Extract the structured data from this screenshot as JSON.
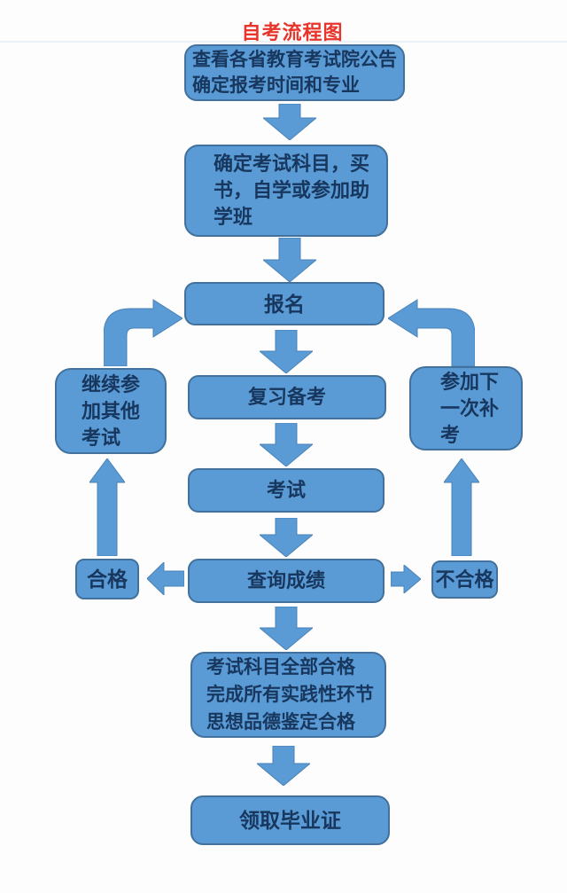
{
  "title": {
    "text": "自考流程图",
    "color": "#e8352b"
  },
  "colors": {
    "node_fill": "#5b9bd5",
    "node_border": "#41719c",
    "node_text": "#17375e",
    "arrow_fill": "#5b9bd5",
    "background": "#fdfdfd",
    "title_red": "#e8352b"
  },
  "flowchart": {
    "nodes": {
      "check_announcement": {
        "text": "查看各省教育考试院公告\n确定报考时间和专业"
      },
      "determine_subjects": {
        "text": "确定考试科目，买\n书，自学或参加助\n学班"
      },
      "register": {
        "text": "报名"
      },
      "review": {
        "text": "复习备考"
      },
      "exam": {
        "text": "考试"
      },
      "check_results": {
        "text": "查询成绩"
      },
      "pass": {
        "text": "合格"
      },
      "fail": {
        "text": "不合格"
      },
      "continue_other": {
        "text": "继续参\n加其他\n考试"
      },
      "retake": {
        "text": "参加下\n一次补\n考"
      },
      "all_passed": {
        "text": "考试科目全部合格\n完成所有实践性环节\n思想品德鉴定合格"
      },
      "diploma": {
        "text": "领取毕业证"
      }
    },
    "edges": [
      {
        "from": "check_announcement",
        "to": "determine_subjects"
      },
      {
        "from": "determine_subjects",
        "to": "register"
      },
      {
        "from": "register",
        "to": "review"
      },
      {
        "from": "review",
        "to": "exam"
      },
      {
        "from": "exam",
        "to": "check_results"
      },
      {
        "from": "check_results",
        "to": "pass"
      },
      {
        "from": "check_results",
        "to": "fail"
      },
      {
        "from": "check_results",
        "to": "all_passed"
      },
      {
        "from": "pass",
        "to": "continue_other"
      },
      {
        "from": "continue_other",
        "to": "register"
      },
      {
        "from": "fail",
        "to": "retake"
      },
      {
        "from": "retake",
        "to": "register"
      },
      {
        "from": "all_passed",
        "to": "diploma"
      }
    ]
  }
}
